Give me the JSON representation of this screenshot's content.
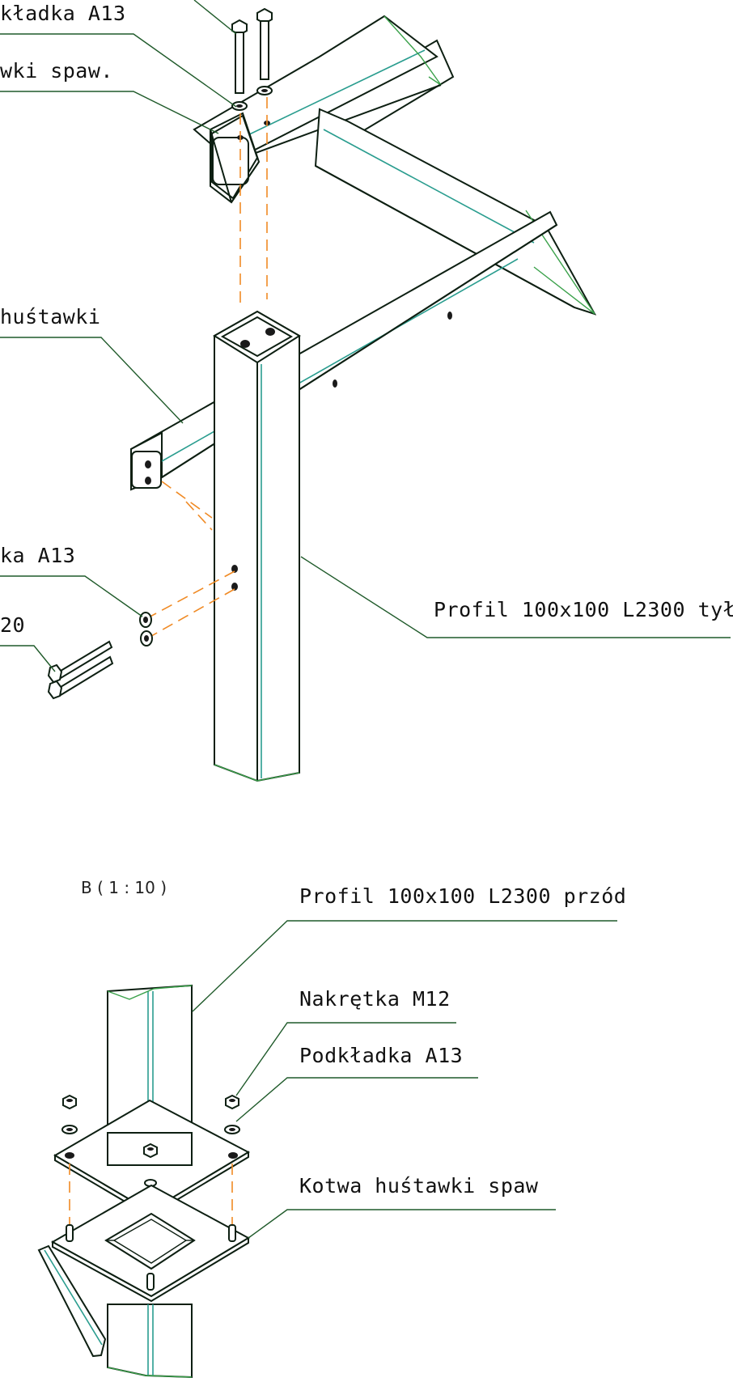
{
  "labels": {
    "washer_top": "kładka A13",
    "weld_top": "wki spaw.",
    "swing_beam": "huśtawki",
    "washer_side": "ka A13",
    "bolt_side": "20",
    "profile_rear": "Profil 100x100 L2300 tył",
    "view_b": "B ( 1 : 10 )",
    "profile_front": "Profil 100x100 L2300 przód",
    "nut": "Nakrętka M12",
    "washer_bottom": "Podkładka A13",
    "anchor": "Kotwa huśtawki spaw"
  },
  "colors": {
    "edge": "#0d1f12",
    "centerline": "#2a9d8f",
    "cut_edge": "#3aa14a",
    "leader": "#1f5a2a",
    "hidden_line": "#f08a24"
  }
}
